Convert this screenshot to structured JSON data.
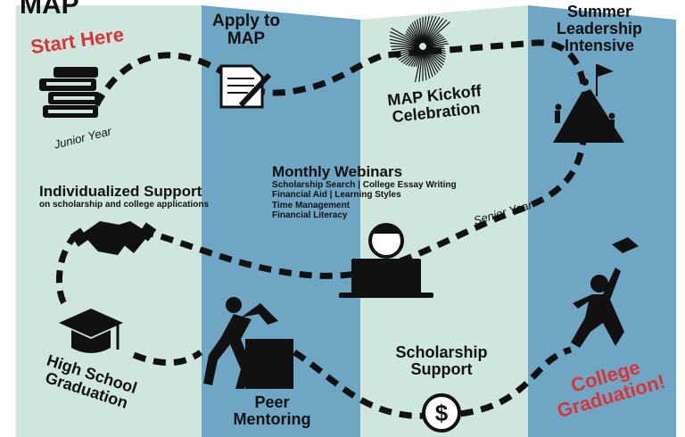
{
  "title": "MAP",
  "steps": {
    "start": "Start Here",
    "apply": "Apply to\nMAP",
    "kickoff": "MAP Kickoff\nCelebration",
    "summer": "Summer\nLeadership\nIntensive",
    "junior": "Junior Year",
    "webinars": {
      "title": "Monthly Webinars",
      "topics": [
        "Scholarship Search | College Essay Writing",
        "Financial Aid | Learning Styles",
        "Time Management",
        "Financial Literacy"
      ]
    },
    "senior": "Senior Year",
    "support": {
      "title": "Individualized Support",
      "subtitle": "on scholarship and college applications"
    },
    "hs_grad": "High School\nGraduation",
    "peer": "Peer\nMentoring",
    "scholarship": "Scholarship\nSupport",
    "college": "College\nGraduation!"
  },
  "icons": [
    "books-icon",
    "document-pen-icon",
    "firework-icon",
    "mountain-climbers-icon",
    "handshake-icon",
    "laptop-user-icon",
    "graduation-cap-icon",
    "climbing-person-icon",
    "dollar-coin-icon",
    "jumping-graduate-icon"
  ],
  "colors": {
    "light_panel": "#cfe6dc",
    "dark_panel": "#6fa6c4",
    "accent_red": "#d8343a",
    "path": "#111111"
  }
}
